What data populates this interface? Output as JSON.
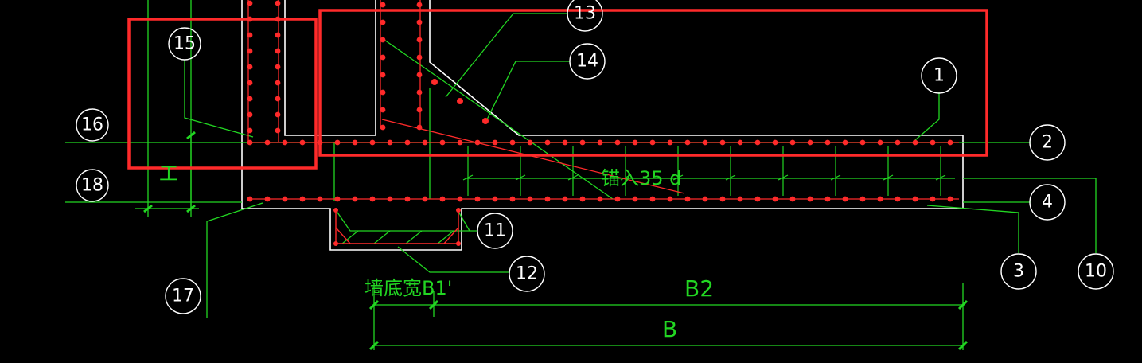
{
  "drawing": {
    "background": "#000000",
    "colors": {
      "outline": "#ffffff",
      "leader": "#22d622",
      "rebar": "#ff2a2a",
      "highlight": "#ff2a2a"
    },
    "callouts": [
      "1",
      "2",
      "3",
      "4",
      "10",
      "11",
      "12",
      "13",
      "14",
      "15",
      "16",
      "17",
      "18"
    ],
    "annotations": {
      "anchor_note": "锚入35 d",
      "wall_bottom_width": "墙底宽B1'",
      "dim_b2": "B2",
      "dim_b": "B",
      "i_mark": "工"
    }
  }
}
